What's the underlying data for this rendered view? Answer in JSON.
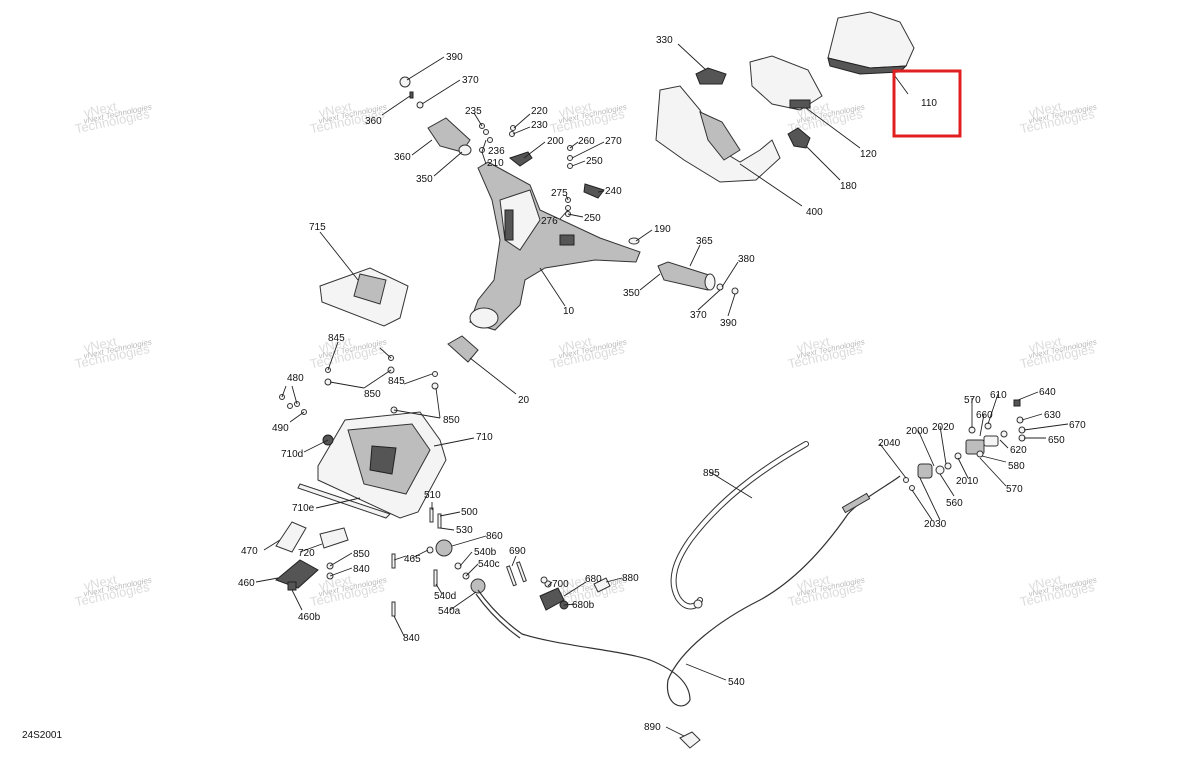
{
  "diagram_code": "24S2001",
  "watermark": {
    "line1": "vNext",
    "line2": "Technologies",
    "inline": "vNext Technologies"
  },
  "highlight_part": "110",
  "labels": {
    "l390a": "390",
    "l370a": "370",
    "l360a": "360",
    "l360b": "360",
    "l350a": "350",
    "l235": "235",
    "l236": "236",
    "l210": "210",
    "l220": "220",
    "l230": "230",
    "l200": "200",
    "l260": "260",
    "l270": "270",
    "l250a": "250",
    "l275": "275",
    "l240": "240",
    "l276": "276",
    "l250b": "250",
    "l190": "190",
    "l10": "10",
    "l365": "365",
    "l380": "380",
    "l350b": "350",
    "l370b": "370",
    "l390b": "390",
    "l330": "330",
    "l110": "110",
    "l120": "120",
    "l180": "180",
    "l400": "400",
    "l715": "715",
    "l845a": "845",
    "l850a": "850",
    "l845b": "845",
    "l850b": "850",
    "l480": "480",
    "l490": "490",
    "l710d": "710d",
    "l710": "710",
    "l20": "20",
    "l710e": "710e",
    "l510": "510",
    "l500": "500",
    "l530": "530",
    "l860": "860",
    "l540b": "540b",
    "l540c": "540c",
    "l690": "690",
    "l470": "470",
    "l720": "720",
    "l850c": "850",
    "l840a": "840",
    "l465": "465",
    "l460": "460",
    "l460b": "460b",
    "l540d": "540d",
    "l540a": "540a",
    "l840b": "840",
    "l700": "700",
    "l680": "680",
    "l880": "880",
    "l680b": "680b",
    "l895": "895",
    "l540": "540",
    "l890": "890",
    "l570a": "570",
    "l610": "610",
    "l640": "640",
    "l630": "630",
    "l660": "660",
    "l670": "670",
    "l2000": "2000",
    "l2020": "2020",
    "l2040": "2040",
    "l650": "650",
    "l620": "620",
    "l580": "580",
    "l2010": "2010",
    "l570b": "570",
    "l560": "560",
    "l2030": "2030"
  }
}
